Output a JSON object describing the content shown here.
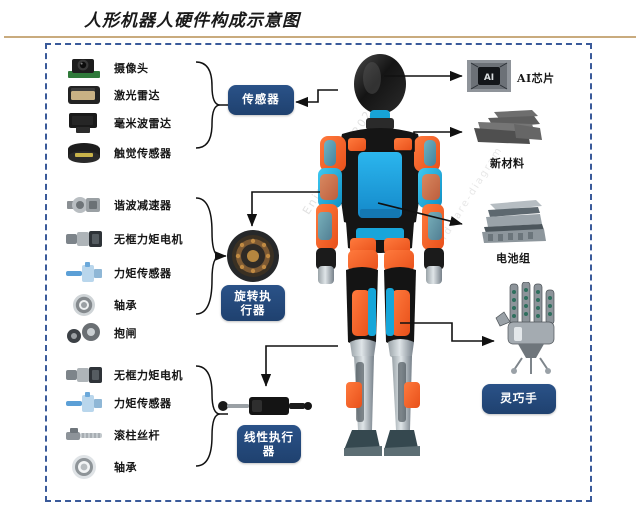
{
  "title": "人形机器人硬件构成示意图",
  "watermark": "Enjoy-08-05-2024",
  "watermark2": "hardware-diagram",
  "colors": {
    "box_blue": "#1f416f",
    "box_blue_light": "#2a5288",
    "panel_border": "#3a5a9a",
    "rule": "#c9ab7e",
    "robot_orange": "#f05a22",
    "robot_cyan": "#16a6d9",
    "robot_blue": "#1e9ee0",
    "robot_black": "#171717",
    "arrow": "#111111"
  },
  "groups": [
    {
      "id": "sensors",
      "box_label": "传感器",
      "items": [
        {
          "label": "摄像头",
          "icon": "camera-module-icon"
        },
        {
          "label": "激光雷达",
          "icon": "lidar-icon"
        },
        {
          "label": "毫米波雷达",
          "icon": "mmwave-radar-icon"
        },
        {
          "label": "触觉传感器",
          "icon": "tactile-sensor-icon"
        }
      ]
    },
    {
      "id": "rotary-actuator",
      "box_label": "旋转执行器",
      "box_label_line1": "旋转执",
      "box_label_line2": "行器",
      "module_icon": "rotary-actuator-module-icon",
      "items": [
        {
          "label": "谐波减速器",
          "icon": "harmonic-reducer-icon"
        },
        {
          "label": "无框力矩电机",
          "icon": "frameless-torque-motor-icon"
        },
        {
          "label": "力矩传感器",
          "icon": "torque-sensor-icon"
        },
        {
          "label": "轴承",
          "icon": "bearing-icon"
        },
        {
          "label": "抱闸",
          "icon": "brake-icon"
        }
      ]
    },
    {
      "id": "linear-actuator",
      "box_label": "线性执行器",
      "box_label_line1": "线性执行",
      "box_label_line2": "器",
      "module_icon": "linear-actuator-module-icon",
      "items": [
        {
          "label": "无框力矩电机",
          "icon": "frameless-torque-motor-icon"
        },
        {
          "label": "力矩传感器",
          "icon": "torque-sensor-icon"
        },
        {
          "label": "滚柱丝杆",
          "icon": "roller-screw-icon"
        },
        {
          "label": "轴承",
          "icon": "bearing-icon"
        }
      ]
    }
  ],
  "right_items": [
    {
      "id": "ai-chip",
      "label": "AI芯片",
      "icon": "ai-chip-icon",
      "chip_text": "AI",
      "label_position": "right"
    },
    {
      "id": "new-material",
      "label": "新材料",
      "icon": "carbon-fiber-sheets-icon",
      "label_position": "below"
    },
    {
      "id": "battery-pack",
      "label": "电池组",
      "icon": "battery-pack-icon",
      "label_position": "below"
    },
    {
      "id": "dexterous-hand",
      "label": "灵巧手",
      "icon": "robot-hand-icon",
      "label_position": "box"
    }
  ]
}
